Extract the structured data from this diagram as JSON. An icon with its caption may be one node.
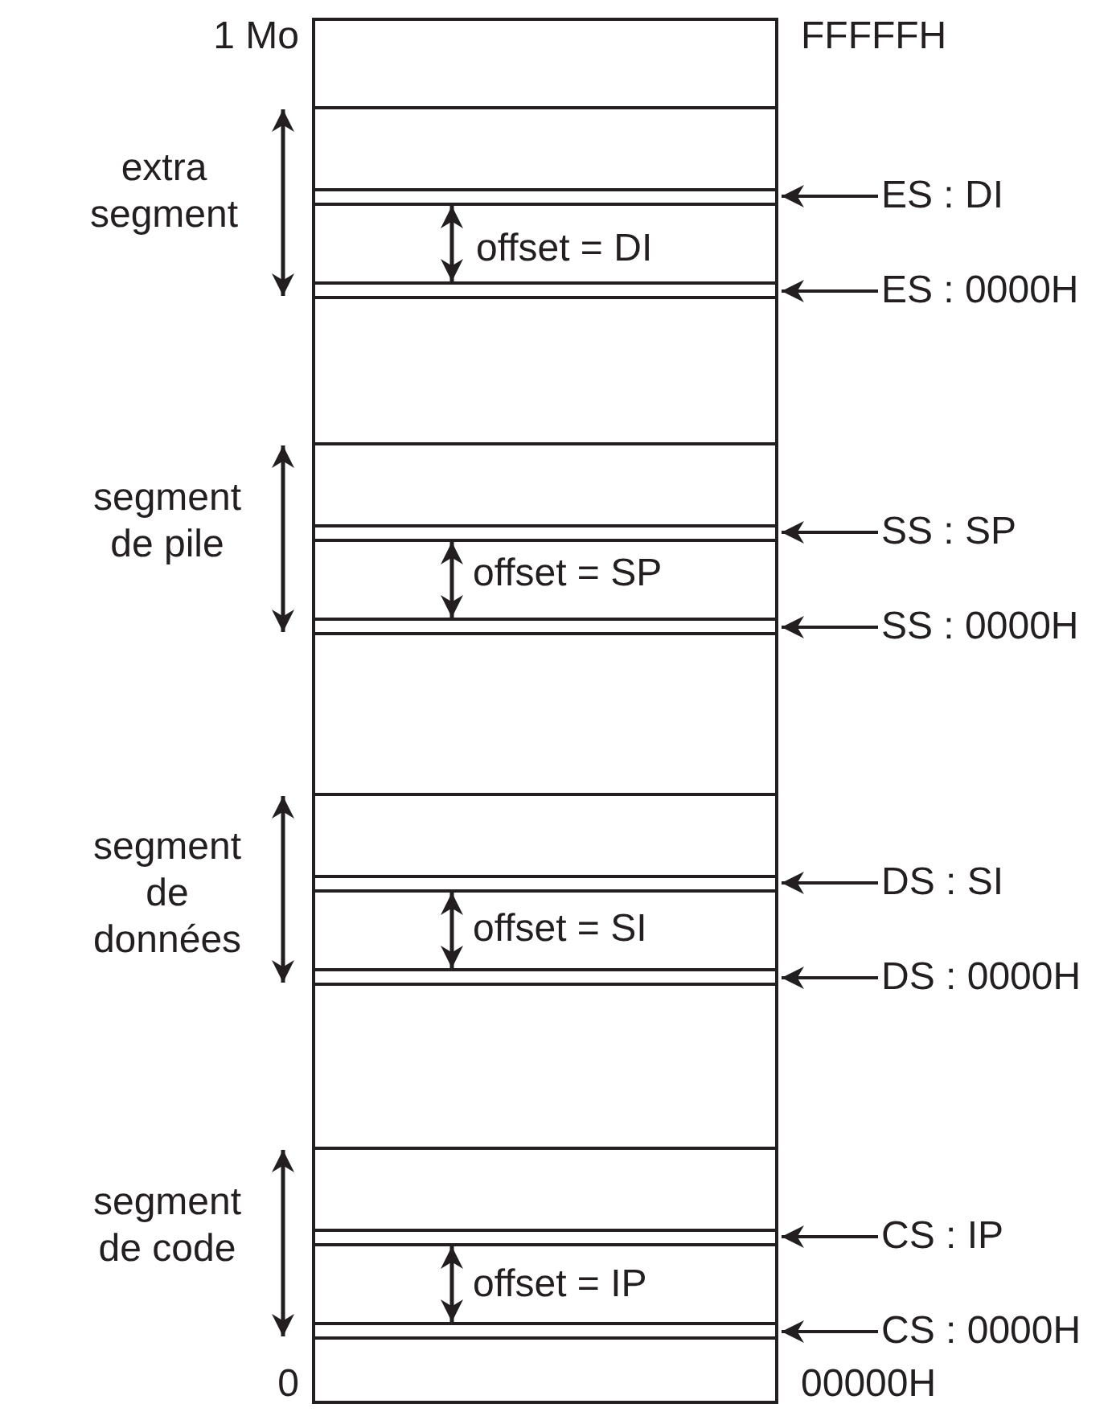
{
  "diagram": {
    "nodes": [
      {
        "text": [
          "ES : DI"
        ]
      },
      {
        "text": [
          "ES : 0000H"
        ]
      },
      {
        "text": [
          "SS : SP"
        ]
      },
      {
        "text": [
          "SS : 0000H"
        ]
      },
      {
        "text": [
          "DS : SI"
        ]
      },
      {
        "text": [
          "DS : 0000H"
        ]
      },
      {
        "text": [
          "CS : IP"
        ]
      },
      {
        "text": [
          "CS : 0000H"
        ]
      }
    ],
    "edges": [
      {
        "from": 0,
        "to": null,
        "arrow": "to"
      },
      {
        "from": 1,
        "to": null,
        "arrow": "to"
      },
      {
        "from": 2,
        "to": null,
        "arrow": "to"
      },
      {
        "from": 3,
        "to": null,
        "arrow": "to"
      },
      {
        "from": 4,
        "to": null,
        "arrow": "to"
      },
      {
        "from": 5,
        "to": null,
        "arrow": "to"
      },
      {
        "from": 6,
        "to": null,
        "arrow": "to"
      },
      {
        "from": 7,
        "to": null,
        "arrow": "to"
      }
    ],
    "labels": [
      "1 Mo",
      "FFFFFH",
      "extra segment",
      "offset = DI",
      "segment de pile",
      "offset = SP",
      "segment de données",
      "offset = SI",
      "segment de code",
      "offset = IP",
      "0",
      "00000H"
    ]
  }
}
